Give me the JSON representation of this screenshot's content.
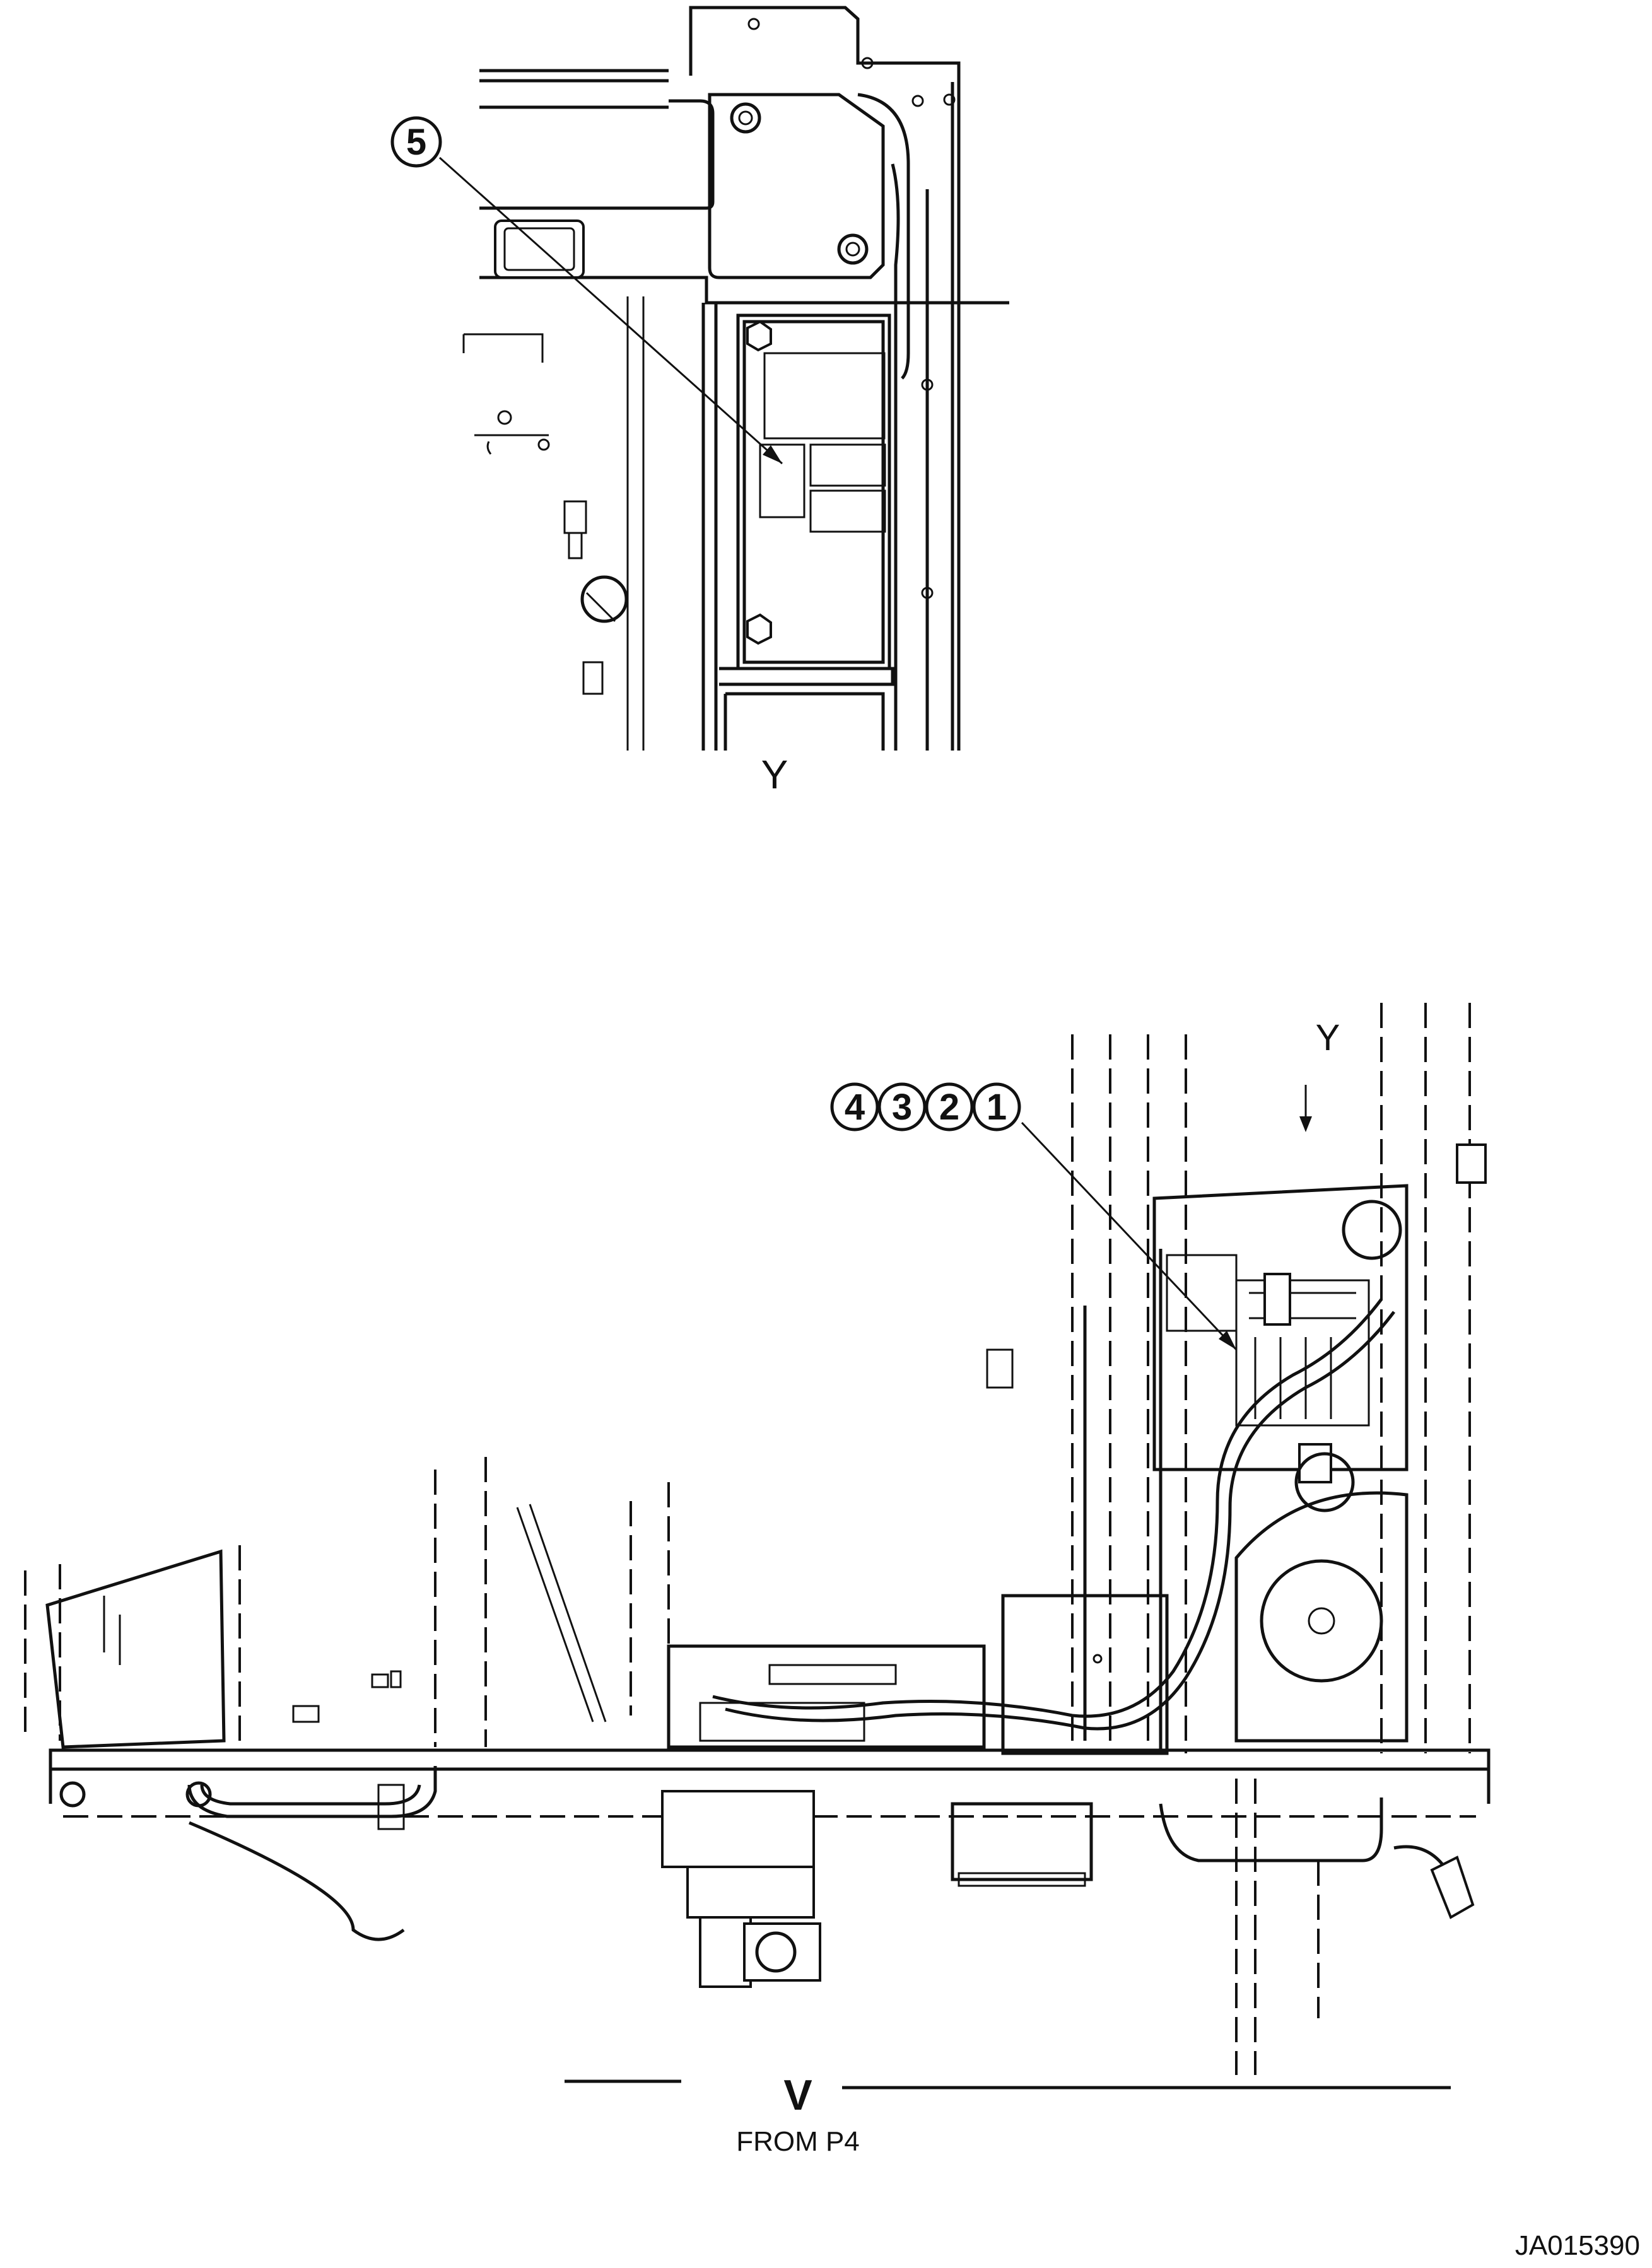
{
  "upper_view": {
    "view_letter": "Y",
    "callouts": [
      {
        "number": "5"
      }
    ]
  },
  "lower_view": {
    "view_letter": "V",
    "reference": "FROM P4",
    "direction_mark": "Y",
    "callouts": [
      {
        "number": "4"
      },
      {
        "number": "3"
      },
      {
        "number": "2"
      },
      {
        "number": "1"
      }
    ]
  },
  "drawing_id": "JA015390"
}
